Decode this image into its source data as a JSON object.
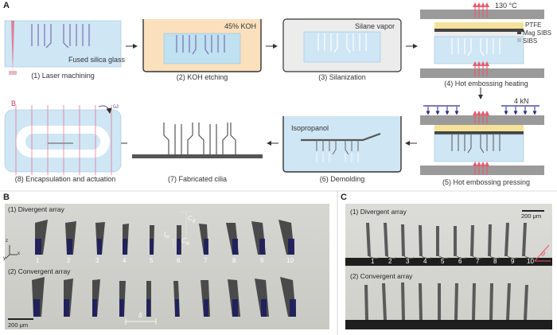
{
  "panels": {
    "a": "A",
    "b": "B",
    "c": "C"
  },
  "steps": [
    {
      "label": "(1) Laser machining"
    },
    {
      "label": "(2) KOH etching"
    },
    {
      "label": "(3) Silanization"
    },
    {
      "label": "(4) Hot embossing heating"
    },
    {
      "label": "(5) Hot embossing pressing"
    },
    {
      "label": "(6) Demolding"
    },
    {
      "label": "(7) Fabricated cilia"
    },
    {
      "label": "(8) Encapsulation and actuation"
    }
  ],
  "annotations": {
    "fused_silica": "Fused silica glass",
    "koh": "45% KOH",
    "silane": "Silane vapor",
    "temp": "130 °C",
    "ptfe": "PTFE",
    "mag_sibs": "Mag SIBS",
    "sibs": "SIBS",
    "force": "4 kN",
    "isopropanol": "Isopropanol",
    "b_field": "B",
    "omega": "ω"
  },
  "panel_b": {
    "divergent": "(1) Divergent array",
    "convergent": "(2) Convergent array",
    "numbers": [
      "1",
      "2",
      "3",
      "4",
      "5",
      "6",
      "7",
      "8",
      "9",
      "10"
    ],
    "cd": "C",
    "cd_sub": "d",
    "lm": "l",
    "lm_sub": "m",
    "cw": "C",
    "cw_sub": "w",
    "delta": "δ",
    "scale": "200 μm",
    "axis_x": "x",
    "axis_y": "y",
    "axis_z": "z"
  },
  "panel_c": {
    "divergent": "(1) Divergent array",
    "convergent": "(2) Convergent array",
    "numbers": [
      "1",
      "2",
      "3",
      "4",
      "5",
      "6",
      "7",
      "8",
      "9",
      "10"
    ],
    "theta": "θ",
    "scale": "200 μm"
  },
  "colors": {
    "glass": "#cfe6f5",
    "koh": "#fbe0bd",
    "cilia": "#7a6fb0",
    "laser": "#e0607a",
    "plate": "#9a9a9a",
    "ptfe": "#f5e29a",
    "mag": "#444444",
    "heat": "#e85a6a",
    "arrow_force": "#2a2a8a"
  }
}
